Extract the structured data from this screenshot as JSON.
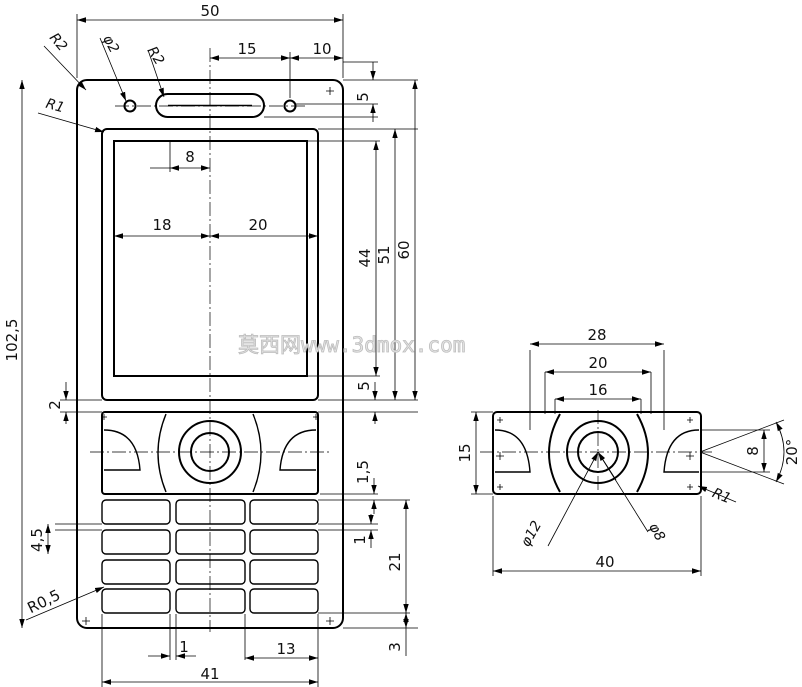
{
  "watermark": "莫西网www.3dmox.com",
  "front_view": {
    "dims": {
      "width": "50",
      "d15": "15",
      "d10": "10",
      "corner_radius": "R2",
      "hole_diameter": "φ2",
      "slot_radius": "R2",
      "screen_corner_radius": "R1",
      "d5_top": "5",
      "d8": "8",
      "d18": "18",
      "d20": "20",
      "d44": "44",
      "d51": "51",
      "d60": "60",
      "height": "102,5",
      "d5_mid": "5",
      "d2": "2",
      "d1_5": "1,5",
      "d4_5": "4,5",
      "d1_gap": "1",
      "d21": "21",
      "key_radius": "R0,5",
      "d1_bottom": "1",
      "d13": "13",
      "d3": "3",
      "d41": "41"
    }
  },
  "side_view": {
    "dims": {
      "d28": "28",
      "d20": "20",
      "d16": "16",
      "d15": "15",
      "d8": "8",
      "angle": "20°",
      "radius": "R1",
      "dia12": "φ12",
      "dia8": "φ8",
      "d40": "40"
    }
  }
}
